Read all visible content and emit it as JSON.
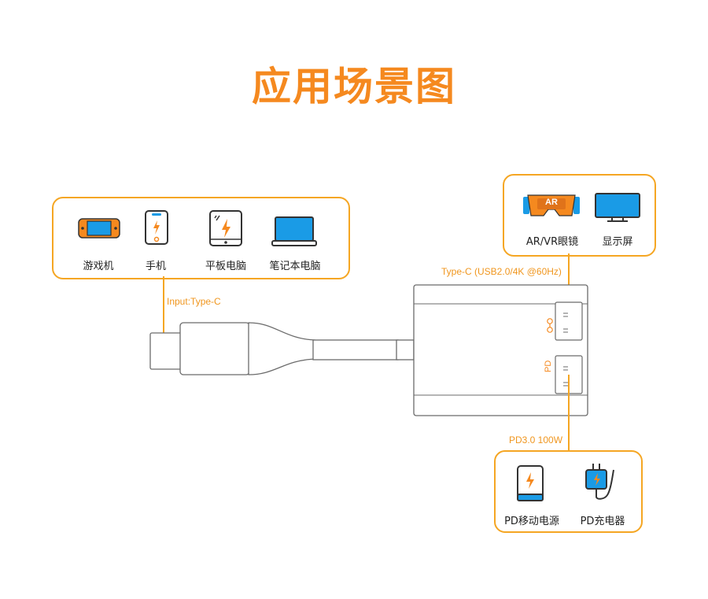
{
  "title": "应用场景图",
  "input_group": {
    "devices": [
      "游戏机",
      "手机",
      "平板电脑",
      "笔记本电脑"
    ]
  },
  "input_label": "Input:Type-C",
  "output_group": {
    "devices": [
      "AR/VR眼镜",
      "显示屏"
    ],
    "ar_badge": "AR"
  },
  "typec_label": "Type-C (USB2.0/4K @60Hz)",
  "pd_label": "PD3.0 100W",
  "port_marks": {
    "pd": "PD"
  },
  "charge_group": {
    "devices": [
      "PD移动电源",
      "PD充电器"
    ]
  },
  "colors": {
    "accent": "#f5891f",
    "border": "#f5a623",
    "blue": "#1a9be6",
    "line": "#6b6b6b"
  }
}
